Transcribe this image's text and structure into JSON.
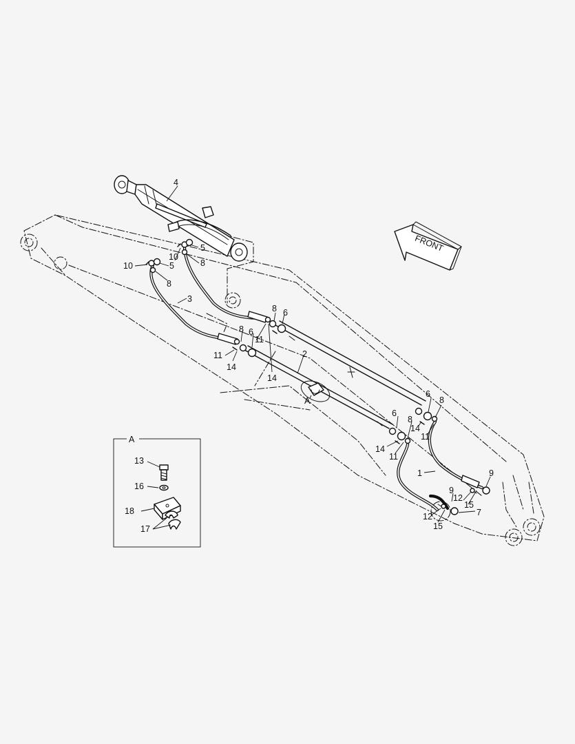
{
  "front_arrow": {
    "label": "FRONT"
  },
  "detail": {
    "title": "A"
  },
  "detail_ref": {
    "label": "A"
  },
  "callouts": [
    {
      "id": "c4",
      "text": "4"
    },
    {
      "id": "c5a",
      "text": "5"
    },
    {
      "id": "c10a",
      "text": "10"
    },
    {
      "id": "c8a",
      "text": "8"
    },
    {
      "id": "c10b",
      "text": "10"
    },
    {
      "id": "c5b",
      "text": "5"
    },
    {
      "id": "c8b",
      "text": "8"
    },
    {
      "id": "c3",
      "text": "3"
    },
    {
      "id": "c8c",
      "text": "8"
    },
    {
      "id": "c6a",
      "text": "6"
    },
    {
      "id": "c8d",
      "text": "8"
    },
    {
      "id": "c6b",
      "text": "6"
    },
    {
      "id": "c11a",
      "text": "11"
    },
    {
      "id": "c11b",
      "text": "11"
    },
    {
      "id": "c14a",
      "text": "14"
    },
    {
      "id": "c14b",
      "text": "14"
    },
    {
      "id": "c2",
      "text": "2"
    },
    {
      "id": "c6c",
      "text": "6"
    },
    {
      "id": "c8e",
      "text": "8"
    },
    {
      "id": "c6d",
      "text": "6"
    },
    {
      "id": "c8f",
      "text": "8"
    },
    {
      "id": "c14c",
      "text": "14"
    },
    {
      "id": "c11c",
      "text": "11"
    },
    {
      "id": "c14d",
      "text": "14"
    },
    {
      "id": "c11d",
      "text": "11"
    },
    {
      "id": "c1",
      "text": "1"
    },
    {
      "id": "c9a",
      "text": "9"
    },
    {
      "id": "c9b",
      "text": "9"
    },
    {
      "id": "c12a",
      "text": "12"
    },
    {
      "id": "c15a",
      "text": "15"
    },
    {
      "id": "c7",
      "text": "7"
    },
    {
      "id": "c12b",
      "text": "12"
    },
    {
      "id": "c15b",
      "text": "15"
    },
    {
      "id": "c13",
      "text": "13"
    },
    {
      "id": "c16",
      "text": "16"
    },
    {
      "id": "c18",
      "text": "18"
    },
    {
      "id": "c17",
      "text": "17"
    }
  ]
}
